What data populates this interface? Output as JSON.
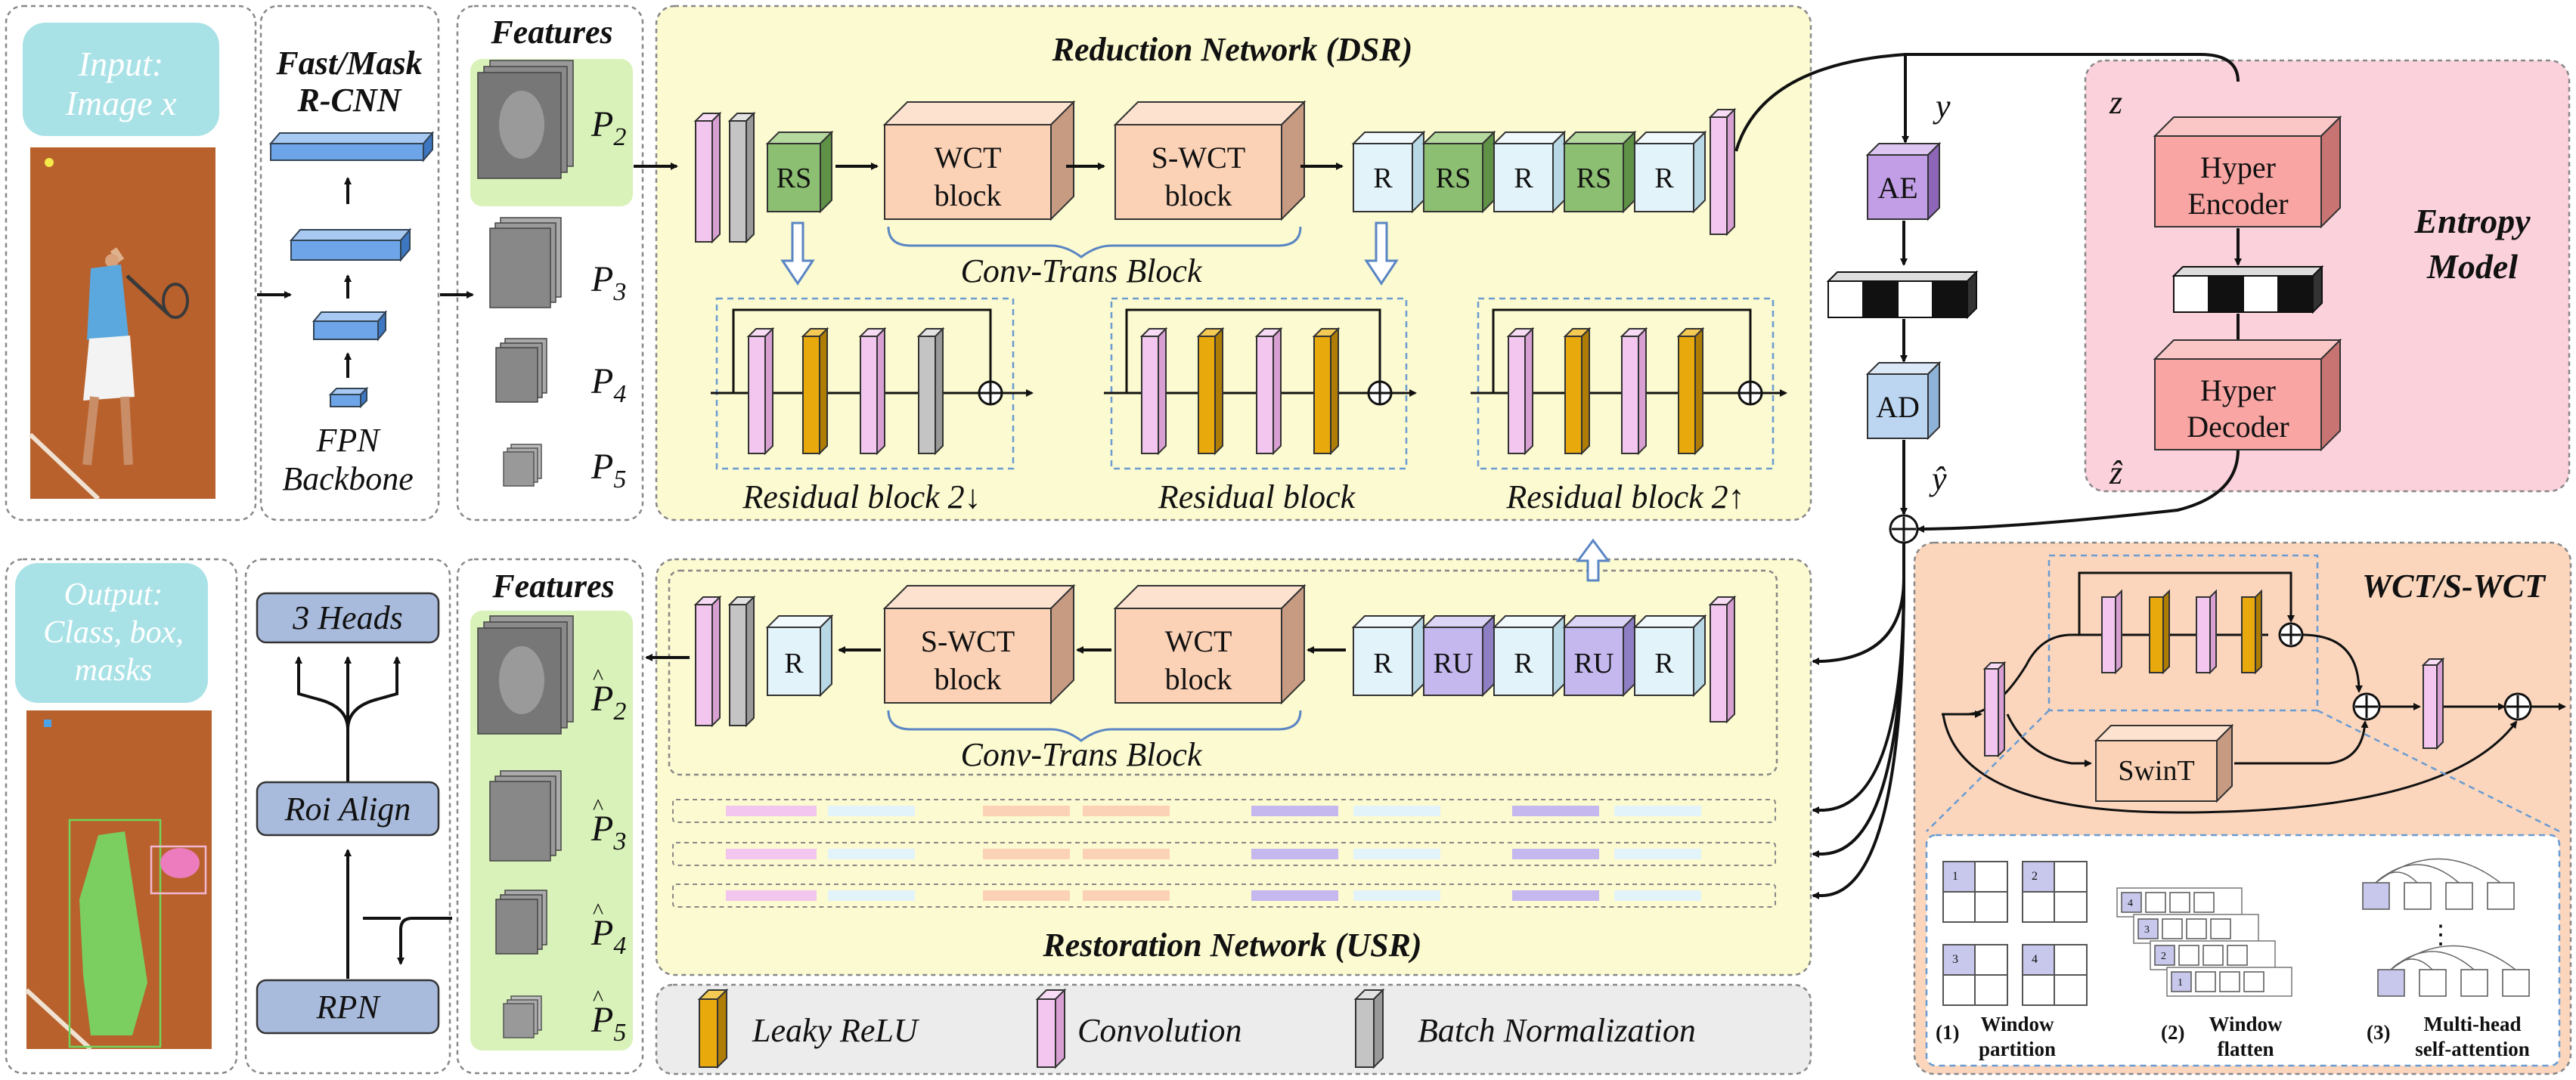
{
  "input": {
    "title_line1": "Input:",
    "title_line2": "Image x"
  },
  "output": {
    "title_line1": "Output:",
    "title_line2": "Class, box,",
    "title_line3": "masks"
  },
  "rcnn": {
    "title_line1": "Fast/Mask",
    "title_line2": "R-CNN",
    "backbone_line1": "FPN",
    "backbone_line2": "Backbone"
  },
  "features_top": {
    "title": "Features",
    "p2": "P",
    "p3": "P",
    "p4": "P",
    "p5": "P",
    "s2": "2",
    "s3": "3",
    "s4": "4",
    "s5": "5"
  },
  "features_bottom": {
    "title": "Features",
    "p2": "P",
    "p3": "P",
    "p4": "P",
    "p5": "P",
    "s2": "2",
    "s3": "3",
    "s4": "4",
    "s5": "5"
  },
  "heads": {
    "heads": "3 Heads",
    "roi": "Roi Align",
    "rpn": "RPN"
  },
  "dsr": {
    "title": "Reduction Network (DSR)",
    "conv_trans": "Conv-Trans Block",
    "wct_line1": "WCT",
    "wct_line2": "block",
    "swct_line1": "S-WCT",
    "swct_line2": "block",
    "rs": "RS",
    "r": "R",
    "res_down": "Residual block 2↓",
    "res": "Residual block",
    "res_up": "Residual block 2↑"
  },
  "usr": {
    "title": "Restoration Network (USR)",
    "conv_trans": "Conv-Trans Block",
    "wct_line1": "WCT",
    "wct_line2": "block",
    "swct_line1": "S-WCT",
    "swct_line2": "block",
    "r": "R",
    "ru": "RU"
  },
  "codec": {
    "y": "y",
    "ae": "AE",
    "ad": "AD",
    "yhat": "ŷ"
  },
  "entropy": {
    "z": "z",
    "zhat": "ẑ",
    "enc_line1": "Hyper",
    "enc_line2": "Encoder",
    "dec_line1": "Hyper",
    "dec_line2": "Decoder",
    "title_line1": "Entropy",
    "title_line2": "Model"
  },
  "wct_panel": {
    "title": "WCT/S-WCT",
    "swint": "SwinT",
    "cap1_num": "(1)",
    "cap1_line1": "Window",
    "cap1_line2": "partition",
    "cap2_num": "(2)",
    "cap2_line1": "Window",
    "cap2_line2": "flatten",
    "cap3_num": "(3)",
    "cap3_line1": "Multi-head",
    "cap3_line2": "self-attention",
    "grid_labels": [
      "1",
      "2",
      "3",
      "4"
    ],
    "flatten_labels": [
      "4",
      "3",
      "2",
      "1"
    ],
    "dots": "⋮"
  },
  "legend": {
    "leaky": "Leaky ReLU",
    "conv": "Convolution",
    "bn": "Batch Normalization"
  },
  "colors": {
    "conv": "#f2c6ee",
    "leaky": "#e7a90c",
    "bn": "#c4c4c4",
    "rs": "#8dbf72",
    "r": "#e3f3fa",
    "ru": "#c4b8ef",
    "block": "#fcd2b6",
    "ae": "#c29ee6",
    "ad": "#bcd6f2",
    "hyper": "#f8a5a3",
    "yellow_panel": "#fcfad0",
    "pink_panel": "#fbd1dc",
    "orange_panel": "#fbd6bd",
    "green_panel": "#d9f2b9",
    "cyan_label": "#a9e2e6"
  }
}
